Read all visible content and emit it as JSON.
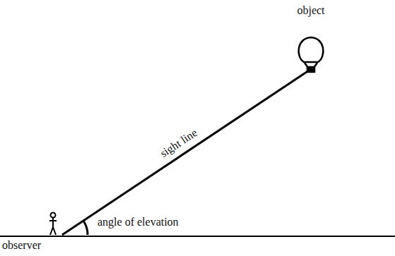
{
  "diagram": {
    "labels": [
      "object",
      "sight line",
      "angle of elevation",
      "observer"
    ]
  }
}
